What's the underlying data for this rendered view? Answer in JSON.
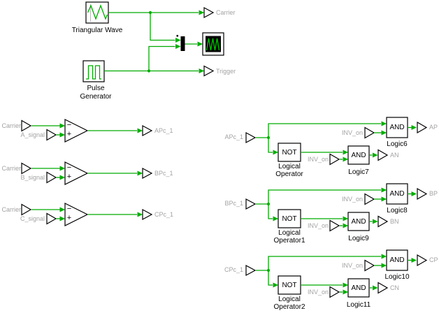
{
  "diagram_type": "simulink-block-diagram",
  "colors": {
    "wire_green": "#00AC00",
    "label_gray": "#A3A3A3",
    "block_border": "#000000",
    "scope_screen": "#000000",
    "scope_wave": "#00C800",
    "background": "#FFFFFF"
  },
  "top": {
    "triangular_wave_label": "Triangular Wave",
    "pulse_generator_label1": "Pulse",
    "pulse_generator_label2": "Generator",
    "carrier_port_label": "Carrier",
    "trigger_port_label": "Trigger"
  },
  "comparators": {
    "minus": "−",
    "plus": "+",
    "groups": [
      {
        "carrier": "Carrier",
        "signal": "A_signal",
        "out": "APc_1"
      },
      {
        "carrier": "Carrier",
        "signal": "B_signal",
        "out": "BPc_1"
      },
      {
        "carrier": "Carrier",
        "signal": "C_signal",
        "out": "CPc_1"
      }
    ]
  },
  "logic": {
    "not_text": "NOT",
    "and_text": "AND",
    "inv_label": "INV_on",
    "groups": [
      {
        "in": "APc_1",
        "not_name1": "Logical",
        "not_name2": "Operator",
        "and_top": "Logic6",
        "and_bottom": "Logic7",
        "out_top": "AP",
        "out_bottom": "AN"
      },
      {
        "in": "BPc_1",
        "not_name1": "Logical",
        "not_name2": "Operator1",
        "and_top": "Logic8",
        "and_bottom": "Logic9",
        "out_top": "BP",
        "out_bottom": "BN"
      },
      {
        "in": "CPc_1",
        "not_name1": "Logical",
        "not_name2": "Operator2",
        "and_top": "Logic10",
        "and_bottom": "Logic11",
        "out_top": "CP",
        "out_bottom": "CN"
      }
    ]
  }
}
